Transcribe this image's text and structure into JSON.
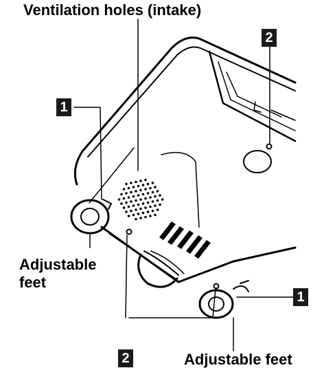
{
  "labels": {
    "ventilation": "Ventilation holes (intake)",
    "adjustable_feet_left_line1": "Adjustable",
    "adjustable_feet_left_line2": "feet",
    "adjustable_feet_right": "Adjustable feet"
  },
  "badges": {
    "one_top_left": "1",
    "two_top_right": "2",
    "two_bottom": "2",
    "one_bottom_right": "1"
  },
  "colors": {
    "line": "#000000",
    "badge_bg": "#1a1a1a",
    "badge_text": "#ffffff"
  }
}
